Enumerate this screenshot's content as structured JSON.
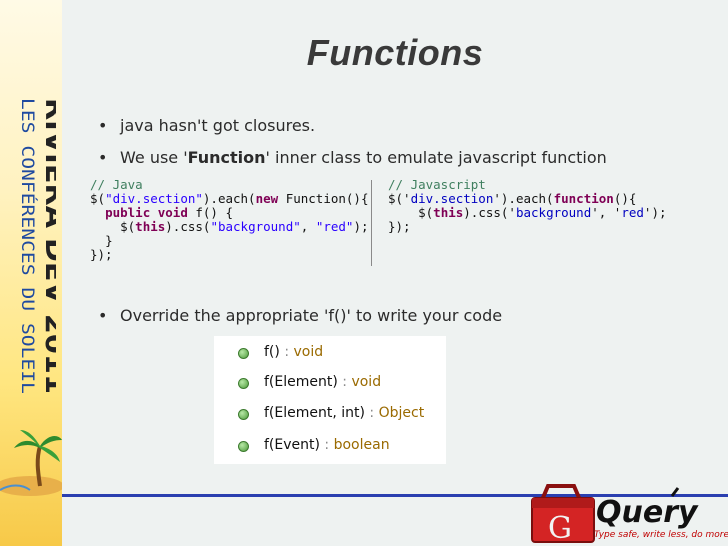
{
  "sidebar": {
    "line1": "RIVIERA DEV 2011",
    "line2": "LES CONFÉRENCES DU SOLEIL"
  },
  "slide": {
    "title": "Functions",
    "bullets": [
      {
        "text": "java hasn't got closures."
      },
      {
        "pre": "We use '",
        "bold": "Function",
        "post": "' inner class to emulate javascript function"
      },
      {
        "text": "Override the appropriate 'f()' to write your code"
      }
    ]
  },
  "java_code": {
    "comment": "// Java",
    "l2a": "$(",
    "l2str": "\"div.section\"",
    "l2b": ").each(",
    "l2kw": "new",
    "l2c": " Function(){",
    "l3kw1": "public",
    "l3kw2": "void",
    "l3rest": " f() {",
    "l4a": "$(",
    "l4kw": "this",
    "l4b": ").css(",
    "l4s1": "\"background\"",
    "l4c": ", ",
    "l4s2": "\"red\"",
    "l4d": ");",
    "l5": "}",
    "l6": "});"
  },
  "js_code": {
    "comment": "// Javascript",
    "l2a": "$('",
    "l2str": "div.section",
    "l2b": "').each(",
    "l2kw": "function",
    "l2c": "(){",
    "l3a": "$(",
    "l3kw": "this",
    "l3b": ").css('",
    "l3s1": "background",
    "l3c": "', '",
    "l3s2": "red",
    "l3d": "');",
    "l4": "});"
  },
  "methods": [
    {
      "name": "f()",
      "ret": "void"
    },
    {
      "name": "f(Element)",
      "ret": "void"
    },
    {
      "name": "f(Element, int)",
      "ret": "Object"
    },
    {
      "name": "f(Event)",
      "ret": "boolean"
    }
  ],
  "separator": ":",
  "logo": {
    "letter": "G",
    "word": "Query",
    "tagline": "Type safe, write less, do more."
  }
}
